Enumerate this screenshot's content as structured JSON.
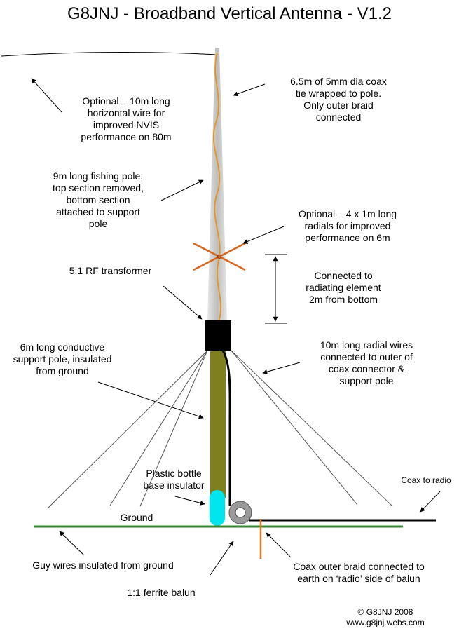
{
  "title": "G8JNJ - Broadband Vertical Antenna - V1.2",
  "labels": {
    "nvis_wire": [
      "Optional – 10m long",
      "horizontal wire for",
      "improved NVIS",
      "performance on 80m"
    ],
    "coax_element": [
      "6.5m of 5mm dia coax",
      "tie wrapped to pole.",
      "Only outer braid",
      "connected"
    ],
    "fishing_pole": [
      "9m long fishing pole,",
      "top section removed,",
      "bottom section",
      "attached to support",
      "pole"
    ],
    "radials_6m": [
      "Optional – 4 x 1m long",
      "radials for improved",
      "performance on 6m"
    ],
    "transformer": [
      "5:1 RF transformer"
    ],
    "connection_point": [
      "Connected to",
      "radiating element",
      "2m from bottom"
    ],
    "support_pole": [
      "6m long conductive",
      "support pole, insulated",
      "from ground"
    ],
    "radial_wires": [
      "10m long radial wires",
      "connected to outer of",
      "coax connector &",
      "support pole"
    ],
    "insulator": [
      "Plastic bottle",
      "base insulator"
    ],
    "coax_to_radio": [
      "Coax to radio"
    ],
    "ground": [
      "Ground"
    ],
    "guy_wires": [
      "Guy wires insulated from ground"
    ],
    "braid_earth": [
      "Coax outer braid connected to",
      "earth on ‘radio’ side of balun"
    ],
    "balun": [
      "1:1 ferrite balun"
    ],
    "copyright": [
      "© G8JNJ 2008",
      "www.g8jnj.webs.com"
    ]
  },
  "colors": {
    "ground": "#2e8b2e",
    "support_pole": "#7f7f1f",
    "coax_element": "#e8941a",
    "radials": "#d9661a",
    "insulator": "#00e5ee",
    "earth_stake": "#e07b1a",
    "fishing_pole": "#c8c8c8"
  }
}
